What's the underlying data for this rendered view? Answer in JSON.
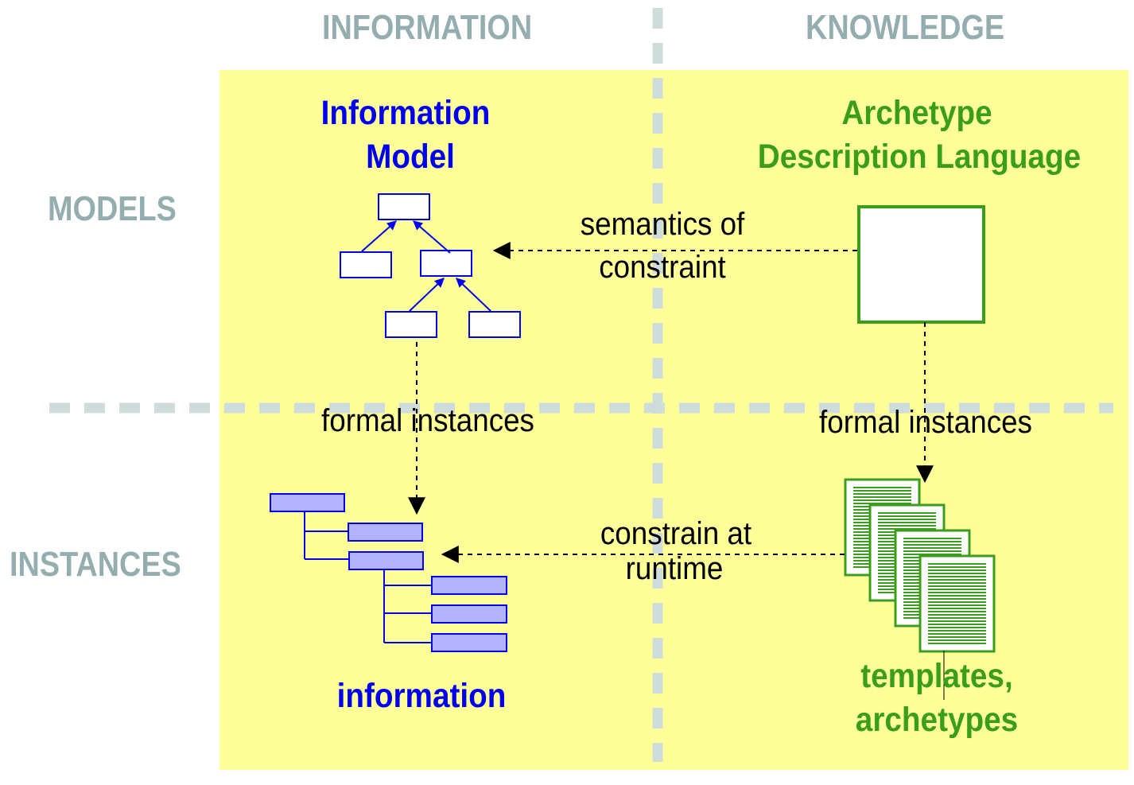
{
  "columns": {
    "information": "INFORMATION",
    "knowledge": "KNOWLEDGE"
  },
  "rows": {
    "models": "MODELS",
    "instances": "INSTANCES"
  },
  "nodes": {
    "information_model": {
      "line1": "Information",
      "line2": "Model"
    },
    "adl": {
      "line1": "Archetype",
      "line2": "Description Language"
    },
    "information": "information",
    "templates": {
      "line1": "templates,",
      "line2": "archetypes"
    }
  },
  "edges": {
    "semantics": {
      "line1": "semantics of",
      "line2": "constraint"
    },
    "formal_left": "formal instances",
    "formal_right": "formal instances",
    "constrain": {
      "line1": "constrain at",
      "line2": "runtime"
    }
  },
  "colors": {
    "panel": "#ffff99",
    "header": "#94aeb0",
    "blue": "#0000ee",
    "green": "#3a9e1a",
    "divider": "#cfdcdc"
  }
}
